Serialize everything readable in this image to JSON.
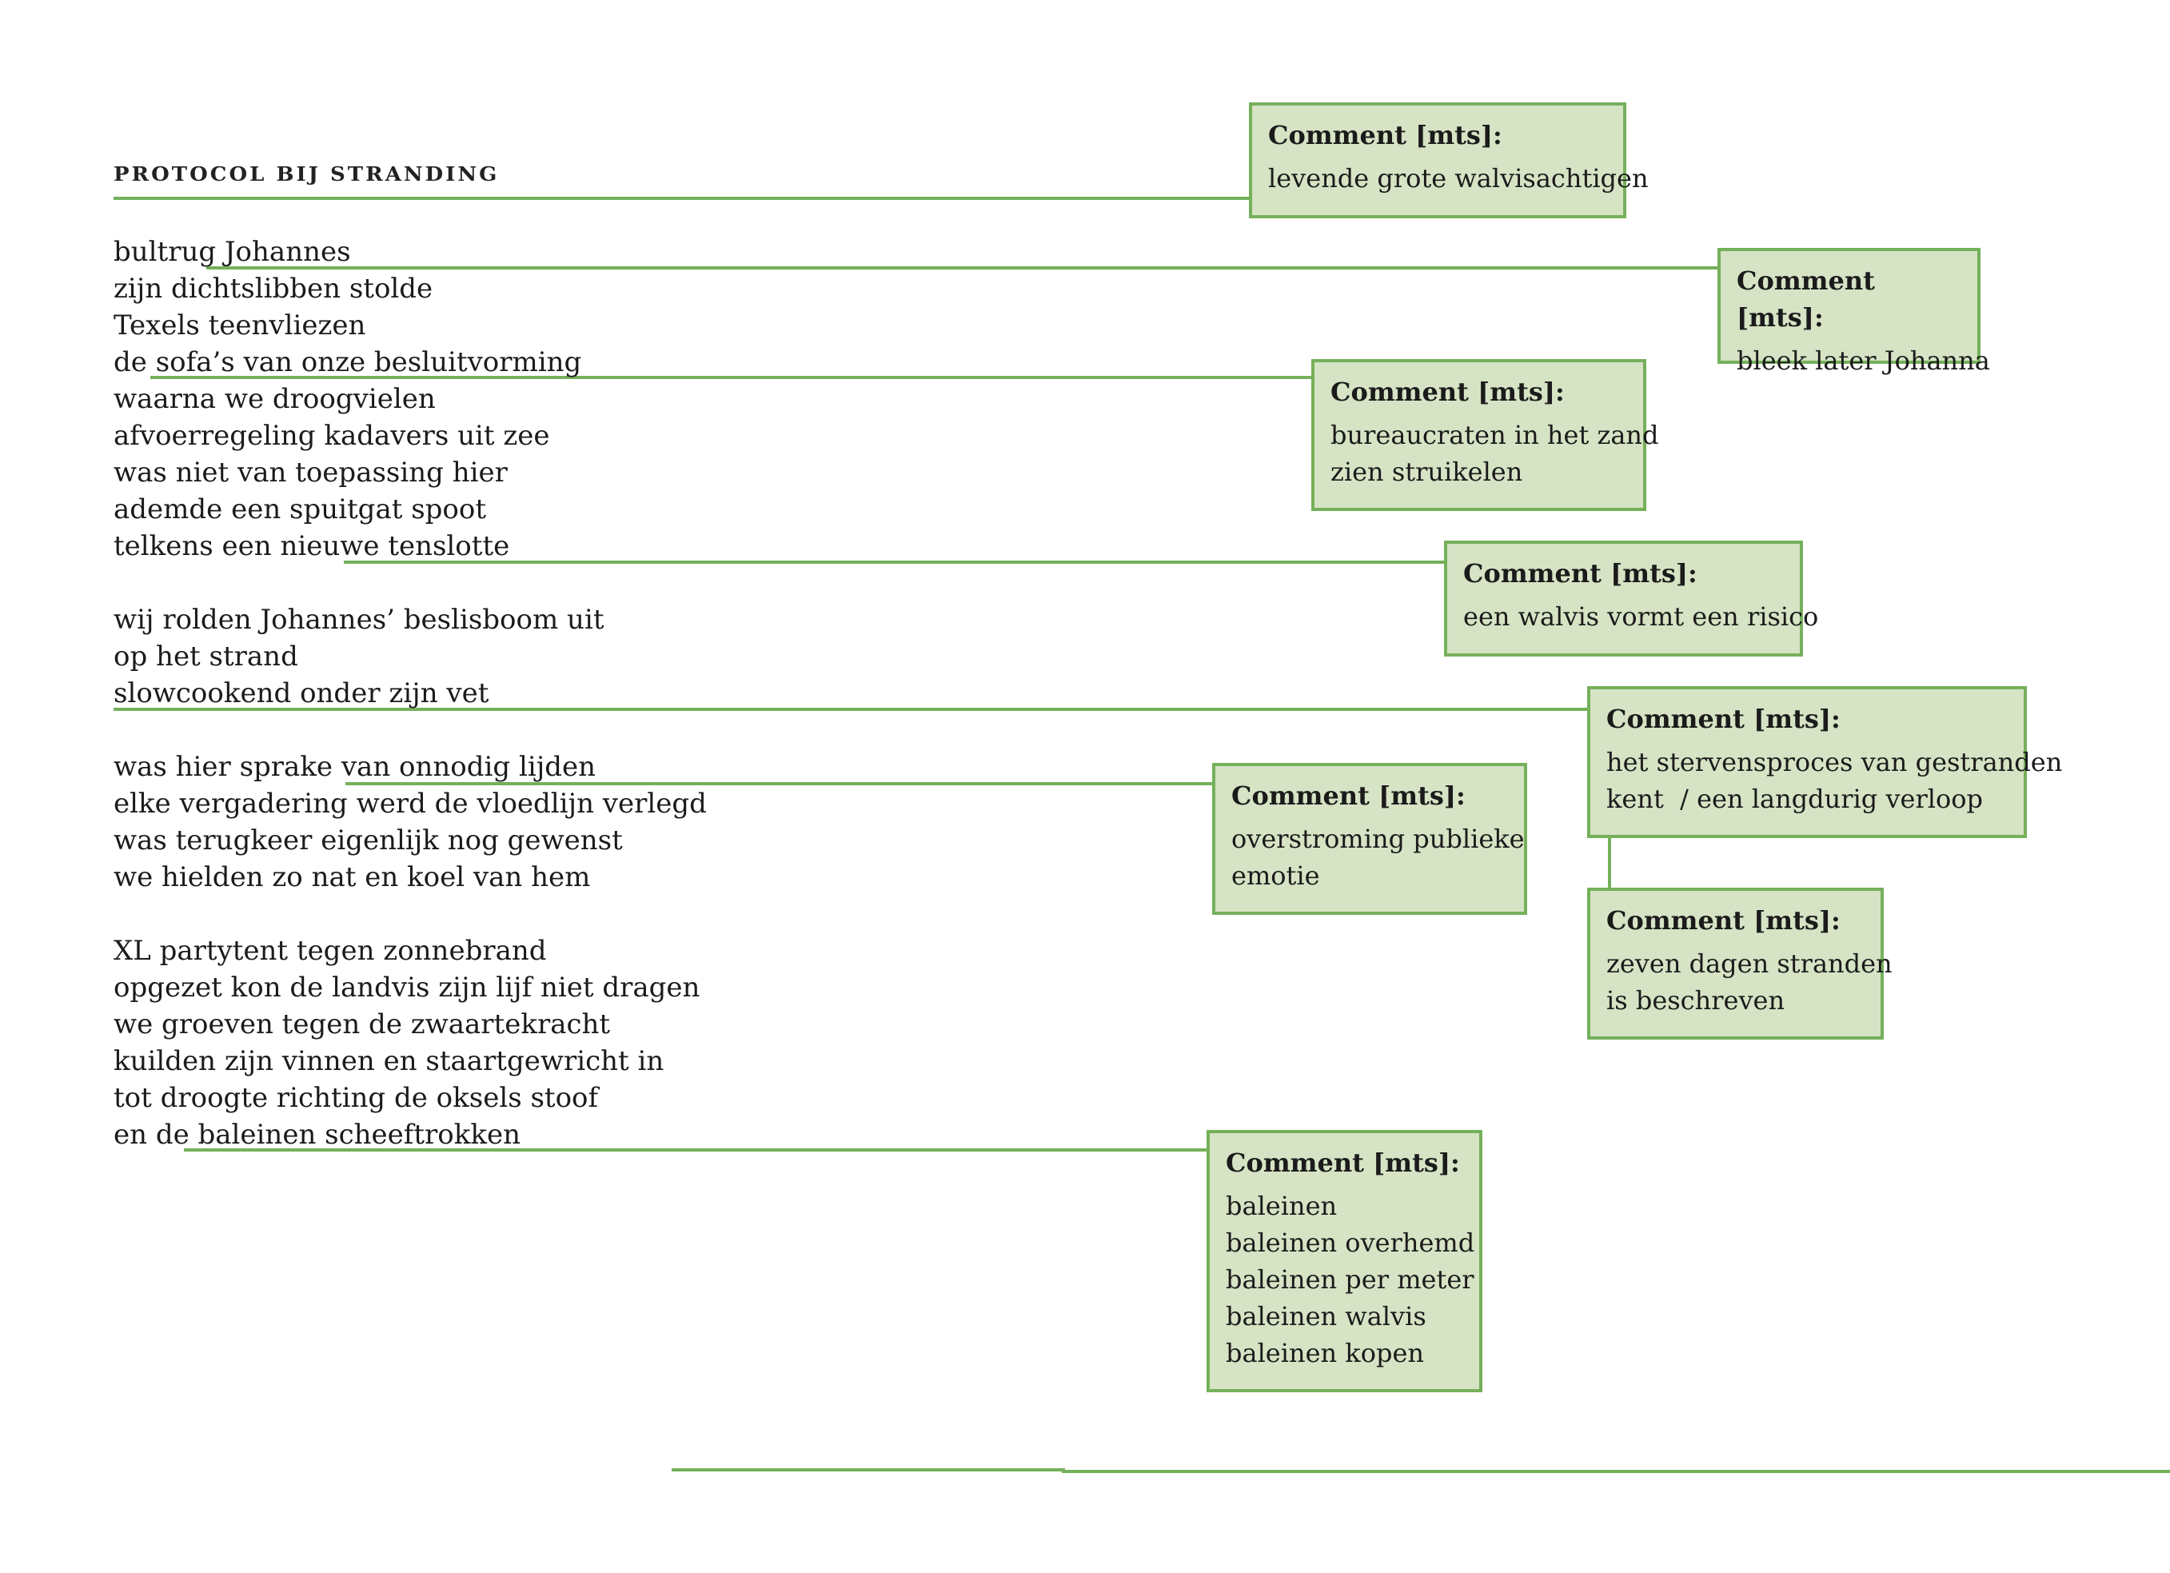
{
  "title": "PROTOCOL BIJ STRANDING",
  "stanzas": [
    [
      "bultrug Johannes",
      "zijn dichtslibben stolde",
      "Texels teenvliezen",
      "de sofa’s van onze besluitvorming",
      "waarna we droogvielen",
      "afvoerregeling kadavers uit zee",
      "was niet van toepassing hier",
      "ademde een spuitgat spoot",
      "telkens een nieuwe tenslotte"
    ],
    [
      "wij rolden Johannes’ beslisboom uit",
      "op het strand",
      "slowcookend onder zijn vet"
    ],
    [
      "was hier sprake van onnodig lijden",
      "elke vergadering werd de vloedlijn verlegd",
      "was terugkeer eigenlijk nog gewenst",
      "we hielden zo nat en koel van hem"
    ],
    [
      "XL partytent tegen zonnebrand",
      "opgezet kon de landvis zijn lijf niet dragen",
      "we groeven tegen de zwaartekracht",
      "kuilden zijn vinnen en staartgewricht in",
      "tot droogte richting de oksels stoof",
      "en de baleinen scheeftrokken"
    ]
  ],
  "comments": [
    {
      "author": "Comment [mts]:",
      "lines": [
        "levende grote walvisachtigen"
      ]
    },
    {
      "author": "Comment [mts]:",
      "lines": [
        "bleek later Johanna"
      ]
    },
    {
      "author": "Comment [mts]:",
      "lines": [
        "bureaucraten in het zand",
        "zien struikelen"
      ]
    },
    {
      "author": "Comment [mts]:",
      "lines": [
        "een walvis vormt een risico"
      ]
    },
    {
      "author": "Comment [mts]:",
      "lines": [
        "het stervensproces van gestranden",
        "kent  / een langdurig verloop"
      ]
    },
    {
      "author": "Comment [mts]:",
      "lines": [
        "overstroming publieke",
        "emotie"
      ]
    },
    {
      "author": "Comment [mts]:",
      "lines": [
        "zeven dagen stranden",
        "is beschreven"
      ]
    },
    {
      "author": "Comment [mts]:",
      "lines": [
        "baleinen",
        "baleinen overhemd",
        "baleinen per meter",
        "baleinen walvis",
        "baleinen kopen"
      ]
    }
  ],
  "colors": {
    "comment_fill": "#d6e3c4",
    "comment_border": "#75b05b",
    "connector": "#75b05b"
  }
}
